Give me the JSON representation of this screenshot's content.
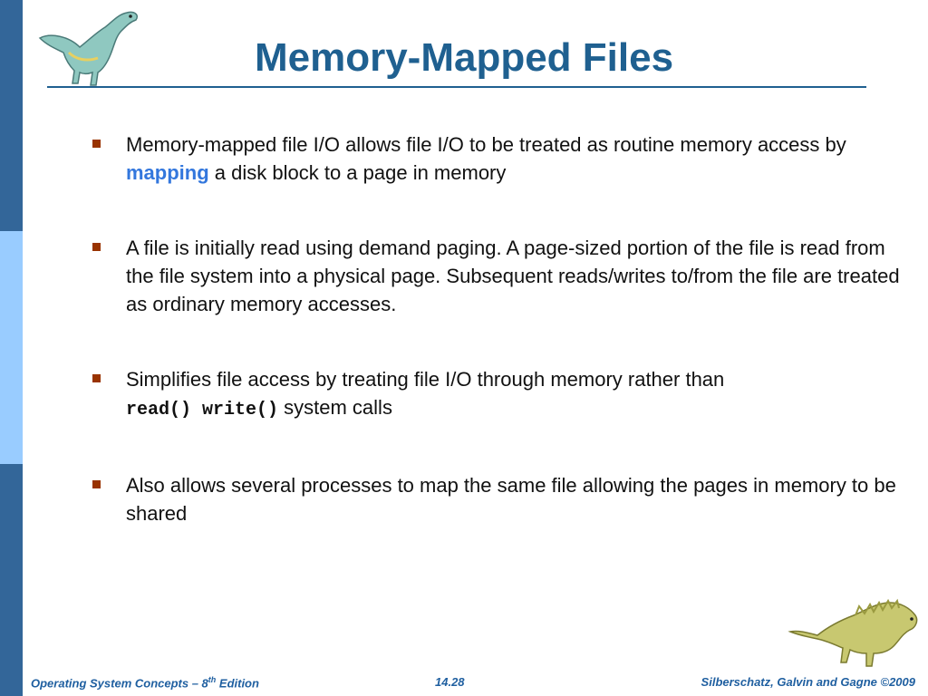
{
  "title": "Memory-Mapped Files",
  "bullets": [
    {
      "before": "Memory-mapped file I/O allows file I/O to be treated as routine memory access by ",
      "highlight": "mapping",
      "after": " a disk block to a page in memory"
    },
    {
      "text": "A file is initially read using demand paging. A page-sized portion of the file is read from the file system into a physical page. Subsequent reads/writes to/from the file are treated as ordinary memory accesses."
    },
    {
      "before": "Simplifies file access by treating file I/O through memory rather than",
      "code": "read() write()",
      "after": " system calls"
    },
    {
      "text": "Also allows several processes to map the same file allowing the pages in memory to be shared"
    }
  ],
  "footer": {
    "left_main": "Operating System Concepts – 8",
    "left_sup": "th",
    "left_tail": " Edition",
    "center": "14.28",
    "right": "Silberschatz, Galvin and Gagne ©2009"
  },
  "colors": {
    "title": "#1f6090",
    "sidebar_dark": "#336699",
    "sidebar_light": "#99ccff",
    "bullet": "#993300",
    "highlight": "#3377dd"
  },
  "icons": [
    "dinosaur-top-image",
    "dinosaur-bottom-image"
  ]
}
